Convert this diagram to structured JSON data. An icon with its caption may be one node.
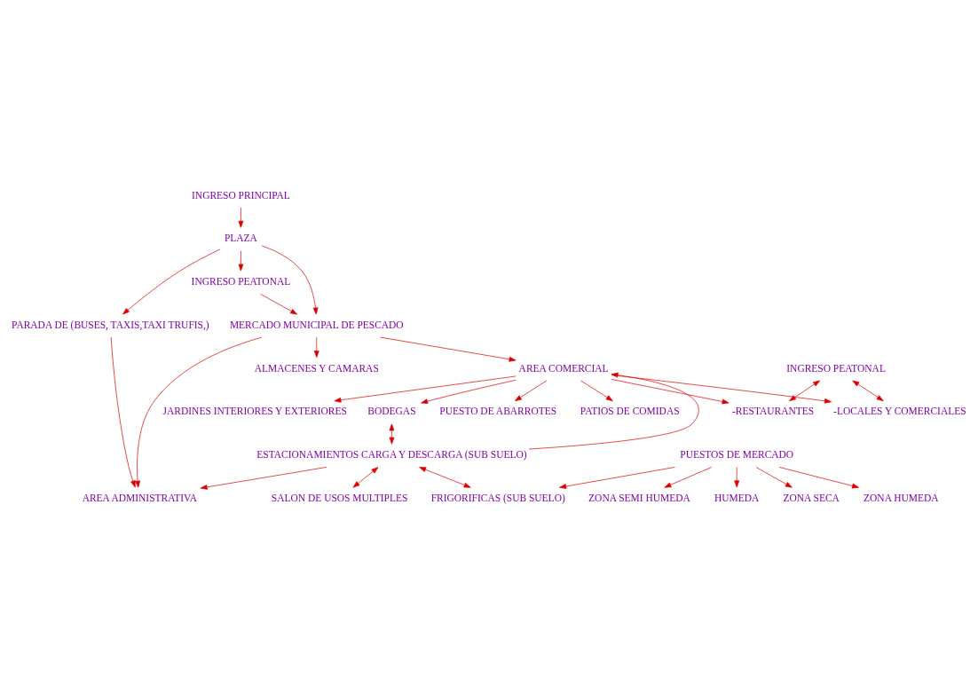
{
  "diagram": {
    "nodes": [
      {
        "text": [
          "INGRESO PRINCIPAL"
        ]
      },
      {
        "text": [
          "PLAZA"
        ]
      },
      {
        "text": [
          "PARADA DE (BUSES, TAXIS,TAXI TRUFIS,)"
        ]
      },
      {
        "text": [
          "INGRESO PEATONAL"
        ]
      },
      {
        "text": [
          "MERCADO MUNICIPAL DE PESCADO"
        ]
      },
      {
        "text": [
          "AREA ADMINISTRATIVA"
        ]
      },
      {
        "text": [
          "AREA COMERCIAL"
        ]
      },
      {
        "text": [
          "ALMACENES Y CAMARAS"
        ]
      },
      {
        "text": [
          "FRIGORIFICAS (SUB SUELO)"
        ]
      },
      {
        "text": [
          "PUESTOS DE MERCADO"
        ]
      },
      {
        "text": [
          "ZONA HUMEDA"
        ]
      },
      {
        "text": [
          "ZONA SEMI HUMEDA"
        ]
      },
      {
        "text": [
          "HUMEDA"
        ]
      },
      {
        "text": [
          "ZONA SECA"
        ]
      },
      {
        "text": [
          "BODEGAS"
        ]
      },
      {
        "text": [
          "PUESTO DE ABARROTES"
        ]
      },
      {
        "text": [
          "PATIOS DE COMIDAS"
        ]
      },
      {
        "text": [
          "SALON DE USOS MULTIPLES"
        ]
      },
      {
        "text": [
          "ESTACIONAMIENTOS CARGA Y DESCARGA (SUB SUELO)"
        ]
      },
      {
        "text": [
          "JARDINES INTERIORES Y EXTERIORES"
        ]
      },
      {
        "text": [
          "INGRESO PEATONAL"
        ]
      },
      {
        "text": [
          "-RESTAURANTES"
        ]
      },
      {
        "text": [
          "-LOCALES Y COMERCIALES"
        ]
      }
    ],
    "edges": [
      {
        "from": 0,
        "to": 1,
        "arrow": "to"
      },
      {
        "from": 1,
        "to": 3,
        "arrow": "to"
      },
      {
        "from": 1,
        "to": 2,
        "arrow": "to"
      },
      {
        "from": 1,
        "to": 4,
        "arrow": "to"
      },
      {
        "from": 3,
        "to": 4,
        "arrow": "to"
      },
      {
        "from": 4,
        "to": 6,
        "arrow": "to"
      },
      {
        "from": 4,
        "to": 5,
        "arrow": "to"
      },
      {
        "from": 2,
        "to": 5,
        "arrow": "to"
      },
      {
        "from": 4,
        "to": 7,
        "arrow": "to"
      },
      {
        "from": 9,
        "to": 8,
        "arrow": "to"
      },
      {
        "from": 9,
        "to": 10,
        "arrow": "to"
      },
      {
        "from": 9,
        "to": 11,
        "arrow": "to"
      },
      {
        "from": 9,
        "to": 12,
        "arrow": "to"
      },
      {
        "from": 9,
        "to": 13,
        "arrow": "to"
      },
      {
        "from": 18,
        "to": 6,
        "arrow": "to"
      },
      {
        "from": 6,
        "to": 14,
        "arrow": "to"
      },
      {
        "from": 6,
        "to": 15,
        "arrow": "to"
      },
      {
        "from": 6,
        "to": 16,
        "arrow": "to"
      },
      {
        "from": 18,
        "to": 17,
        "arrow": "both"
      },
      {
        "from": 6,
        "to": 19,
        "arrow": "to"
      },
      {
        "from": 6,
        "to": 21,
        "arrow": "to"
      },
      {
        "from": 6,
        "to": 22,
        "arrow": "to"
      },
      {
        "from": 14,
        "to": 18,
        "arrow": "both"
      },
      {
        "from": 18,
        "to": 8,
        "arrow": "both"
      },
      {
        "from": 18,
        "to": 5,
        "arrow": "to"
      },
      {
        "from": 20,
        "to": 21,
        "arrow": "both"
      },
      {
        "from": 20,
        "to": 22,
        "arrow": "both"
      }
    ]
  }
}
